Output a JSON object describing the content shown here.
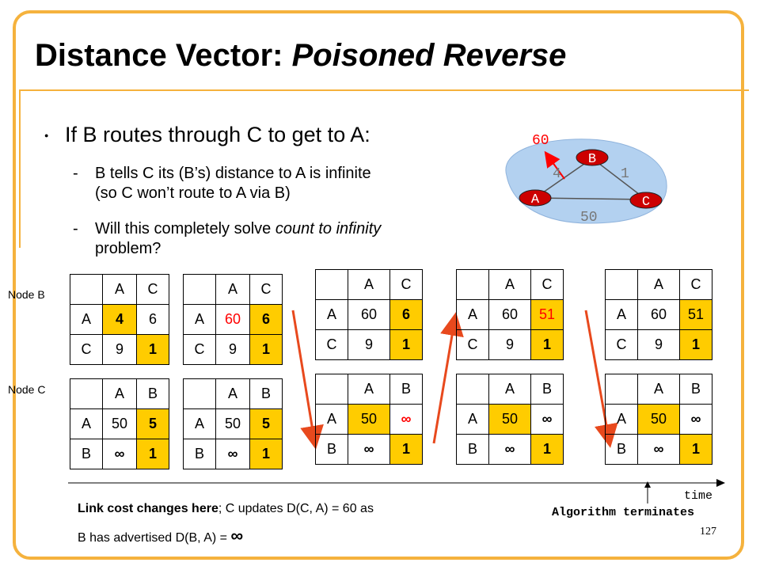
{
  "title": {
    "plain": "Distance Vector: ",
    "italic": "Poisoned Reverse"
  },
  "bullet": "If B routes through C to get to A:",
  "sub1": {
    "dash": "-",
    "line1": "B tells C its (B’s) distance to A is infinite",
    "line2": "(so C won’t route to A via B)"
  },
  "sub2": {
    "dash": "-",
    "line1_plain": "Will this completely solve ",
    "line1_italic": "count to infinity",
    "line2": "problem?"
  },
  "network": {
    "nodes": [
      "A",
      "B",
      "C"
    ],
    "link_ab": "4",
    "link_bc": "1",
    "link_ac": "50",
    "changed_cost": "60",
    "cloud_color": "#b3d1f0",
    "node_color": "#cc0000",
    "arrow_color": "#ff0000"
  },
  "labels": {
    "node_b": "Node B",
    "node_c": "Node C"
  },
  "tables_b": [
    {
      "headers": [
        "A",
        "C"
      ],
      "rows": [
        {
          "label": "A",
          "c1": "4",
          "c2": "6"
        },
        {
          "label": "C",
          "c1": "9",
          "c2": "1"
        }
      ]
    },
    {
      "headers": [
        "A",
        "C"
      ],
      "rows": [
        {
          "label": "A",
          "c1": "60",
          "c2": "6"
        },
        {
          "label": "C",
          "c1": "9",
          "c2": "1"
        }
      ]
    },
    {
      "headers": [
        "A",
        "C"
      ],
      "rows": [
        {
          "label": "A",
          "c1": "60",
          "c2": "6"
        },
        {
          "label": "C",
          "c1": "9",
          "c2": "1"
        }
      ]
    },
    {
      "headers": [
        "A",
        "C"
      ],
      "rows": [
        {
          "label": "A",
          "c1": "60",
          "c2": "51"
        },
        {
          "label": "C",
          "c1": "9",
          "c2": "1"
        }
      ]
    },
    {
      "headers": [
        "A",
        "C"
      ],
      "rows": [
        {
          "label": "A",
          "c1": "60",
          "c2": "51"
        },
        {
          "label": "C",
          "c1": "9",
          "c2": "1"
        }
      ]
    }
  ],
  "tables_c": [
    {
      "headers": [
        "A",
        "B"
      ],
      "rows": [
        {
          "label": "A",
          "c1": "50",
          "c2": "5"
        },
        {
          "label": "B",
          "c1": "∞",
          "c2": "1"
        }
      ]
    },
    {
      "headers": [
        "A",
        "B"
      ],
      "rows": [
        {
          "label": "A",
          "c1": "50",
          "c2": "5"
        },
        {
          "label": "B",
          "c1": "∞",
          "c2": "1"
        }
      ]
    },
    {
      "headers": [
        "A",
        "B"
      ],
      "rows": [
        {
          "label": "A",
          "c1": "50",
          "c2": "∞"
        },
        {
          "label": "B",
          "c1": "∞",
          "c2": "1"
        }
      ]
    },
    {
      "headers": [
        "A",
        "B"
      ],
      "rows": [
        {
          "label": "A",
          "c1": "50",
          "c2": "∞"
        },
        {
          "label": "B",
          "c1": "∞",
          "c2": "1"
        }
      ]
    },
    {
      "headers": [
        "A",
        "B"
      ],
      "rows": [
        {
          "label": "A",
          "c1": "50",
          "c2": "∞"
        },
        {
          "label": "B",
          "c1": "∞",
          "c2": "1"
        }
      ]
    }
  ],
  "footer": {
    "line1_bold": "Link cost changes here",
    "line1_rest": "; C updates D(C, A) = 60 as",
    "line2": "B has advertised D(B, A) = ",
    "line2_symbol": "∞",
    "time": "time",
    "algorithm": "Algorithm terminates",
    "page": "127"
  }
}
